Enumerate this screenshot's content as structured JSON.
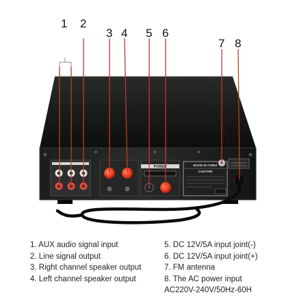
{
  "callouts": {
    "n1": "1",
    "n2": "2",
    "n3": "3",
    "n4": "4",
    "n5": "5",
    "n6": "6",
    "n7": "7",
    "n8": "8"
  },
  "legend": {
    "left": [
      "1. AUX audio signal input",
      "2. Line signal output",
      "3. Right channel speaker output",
      "4. Left channel speaker output"
    ],
    "right": [
      "5. DC 12V/5A input joint(-)",
      "6. DC 12V/5A input joint(+)",
      "7. FM antenna",
      "8. The AC power input",
      "AC220V-240V/50Hz-60H"
    ]
  },
  "panel": {
    "power_label": "POWER",
    "made_in": "MADE IN CHINA",
    "caution": "CAUTION"
  },
  "colors": {
    "chassis": "#111111",
    "panel": "#1c1c1c",
    "leader_line": "#c0392b",
    "terminal_red": "#e8371c",
    "cable": "#0b0b0b"
  }
}
